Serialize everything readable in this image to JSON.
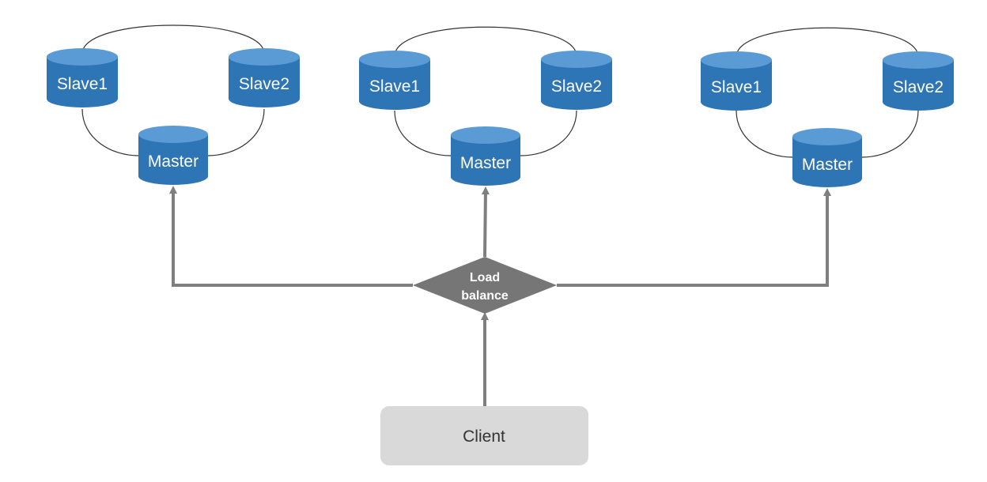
{
  "clusters": [
    {
      "slave1": "Slave1",
      "slave2": "Slave2",
      "master": "Master"
    },
    {
      "slave1": "Slave1",
      "slave2": "Slave2",
      "master": "Master"
    },
    {
      "slave1": "Slave1",
      "slave2": "Slave2",
      "master": "Master"
    }
  ],
  "load_balancer": {
    "line1": "Load",
    "line2": "balance"
  },
  "client": {
    "label": "Client"
  },
  "colors": {
    "db_top": "#5a9bd5",
    "db_body": "#2e75b6",
    "connector": "#7f7f7f",
    "diamond": "#767676",
    "client_fill": "#d9d9d9"
  }
}
